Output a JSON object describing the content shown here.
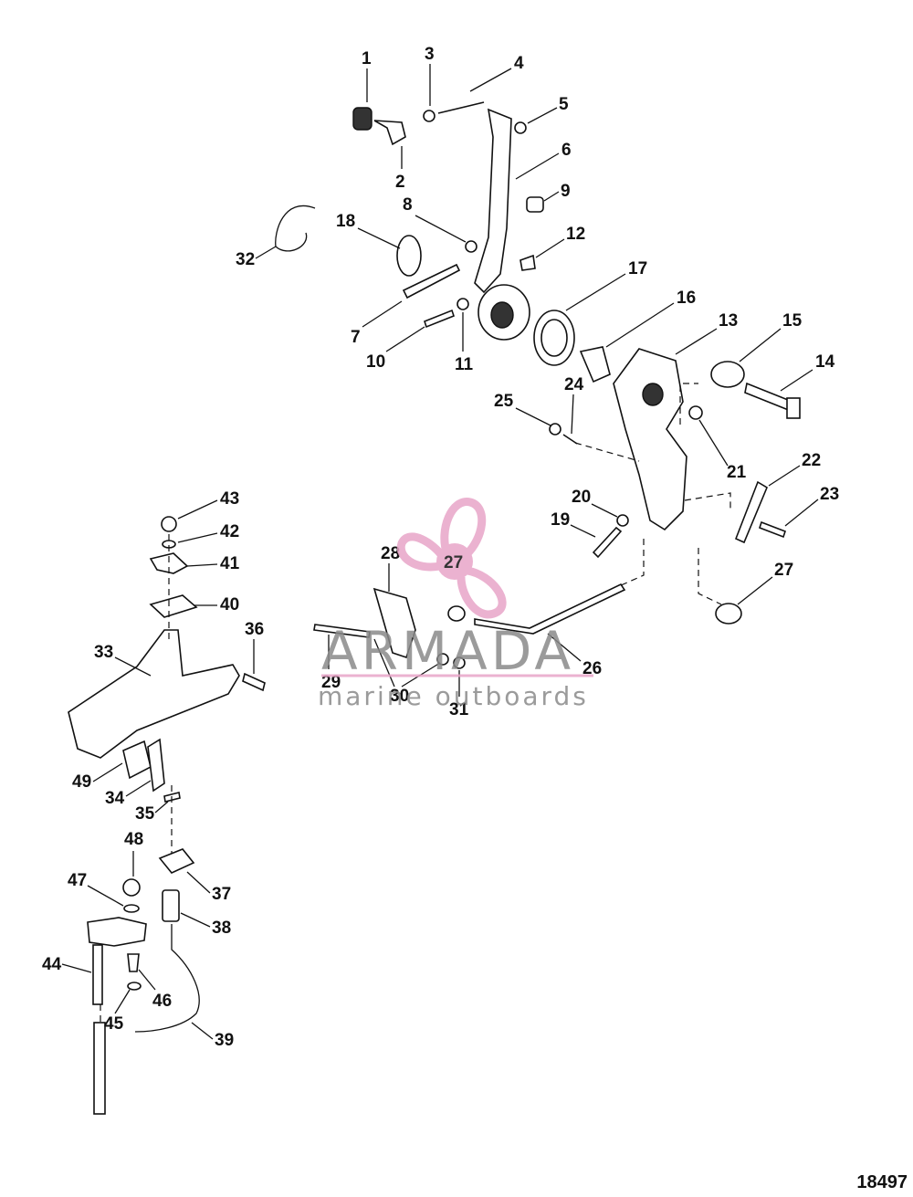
{
  "drawing_number": "18497",
  "watermark": {
    "brand": "ARMADA",
    "tagline": "marine outboards",
    "badge_number": "27",
    "accent_color": "#e8a5c8",
    "text_color": "#8a8a8a"
  },
  "callouts": [
    "1",
    "2",
    "3",
    "4",
    "5",
    "6",
    "7",
    "8",
    "9",
    "10",
    "11",
    "12",
    "13",
    "14",
    "15",
    "16",
    "17",
    "18",
    "19",
    "20",
    "21",
    "22",
    "23",
    "24",
    "25",
    "26",
    "27",
    "28",
    "29",
    "30",
    "31",
    "32",
    "33",
    "34",
    "35",
    "36",
    "37",
    "38",
    "39",
    "40",
    "41",
    "42",
    "43",
    "44",
    "45",
    "46",
    "47",
    "48",
    "49"
  ]
}
